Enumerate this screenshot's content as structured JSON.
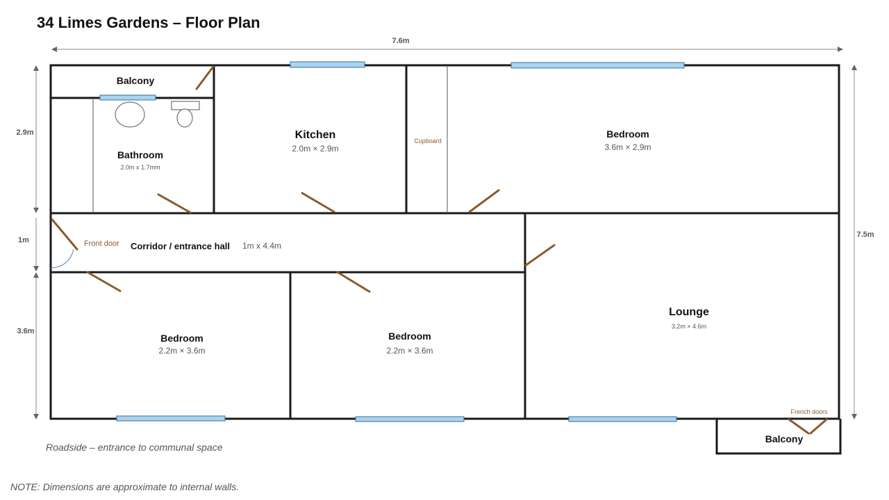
{
  "title": "34 Limes Gardens – Floor Plan",
  "dimensions": {
    "width_total": "7.6m",
    "height_total": "7.5m",
    "top_band": "2.9m",
    "corridor_band": "1m",
    "bottom_band": "3.6m"
  },
  "rooms": {
    "balcony_top": {
      "name": "Balcony"
    },
    "bathroom": {
      "name": "Bathroom",
      "size": "2.0m x 1.7mm"
    },
    "kitchen": {
      "name": "Kitchen",
      "size": "2.0m × 2.9m"
    },
    "cupboard": {
      "name": "Cupboard"
    },
    "bedroom_top": {
      "name": "Bedroom",
      "size": "3.6m × 2.9m"
    },
    "corridor": {
      "name": "Corridor / entrance hall",
      "size": "1m x 4.4m"
    },
    "bedroom_left": {
      "name": "Bedroom",
      "size": "2.2m × 3.6m"
    },
    "bedroom_mid": {
      "name": "Bedroom",
      "size": "2.2m × 3.6m"
    },
    "lounge": {
      "name": "Lounge",
      "size": "3.2m × 4.6m"
    },
    "balcony_bottom": {
      "name": "Balcony"
    }
  },
  "labels": {
    "front_door": "Front door",
    "french_doors": "French doors"
  },
  "notes": {
    "roadside": "Roadside – entrance to communal space",
    "disclaimer": "NOTE: Dimensions are approximate to internal walls."
  }
}
